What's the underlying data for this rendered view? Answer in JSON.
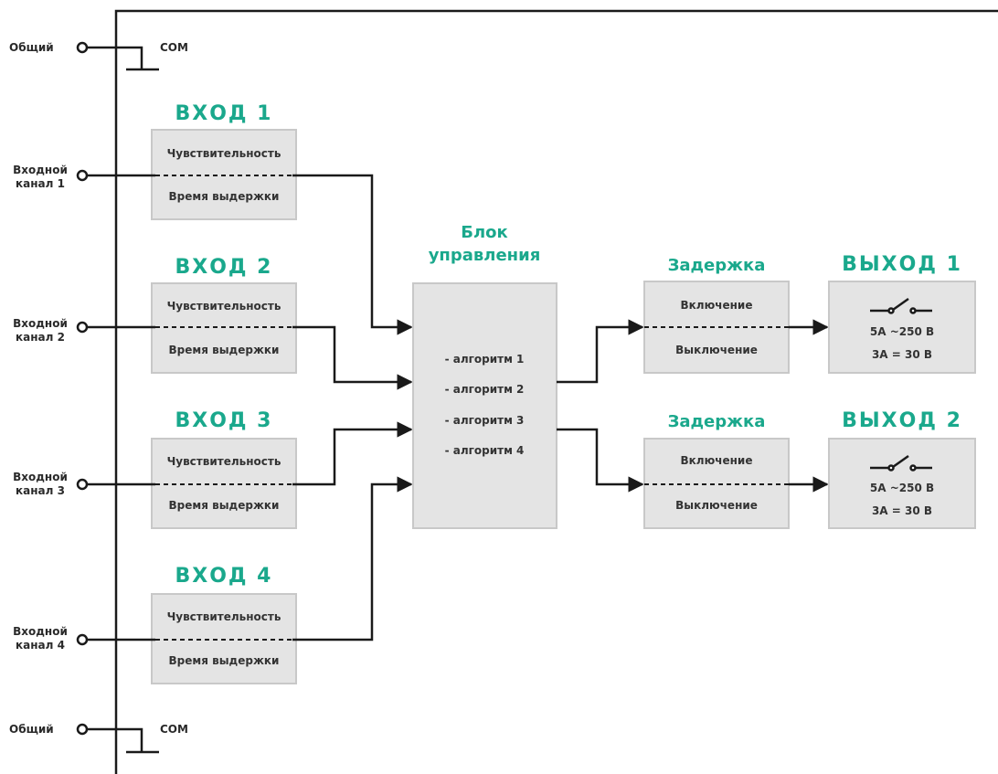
{
  "common": {
    "label": "Общий",
    "com": "COM"
  },
  "inputs": [
    {
      "title": "ВХОД 1",
      "channel": [
        "Входной",
        "канал 1"
      ],
      "sens": "Чувствительность",
      "hold": "Время выдержки"
    },
    {
      "title": "ВХОД 2",
      "channel": [
        "Входной",
        "канал 2"
      ],
      "sens": "Чувствительность",
      "hold": "Время выдержки"
    },
    {
      "title": "ВХОД 3",
      "channel": [
        "Входной",
        "канал 3"
      ],
      "sens": "Чувствительность",
      "hold": "Время выдержки"
    },
    {
      "title": "ВХОД 4",
      "channel": [
        "Входной",
        "канал 4"
      ],
      "sens": "Чувствительность",
      "hold": "Время выдержки"
    }
  ],
  "control": {
    "title": [
      "Блок",
      "управления"
    ],
    "algorithms": [
      "- алгоритм 1",
      "- алгоритм 2",
      "- алгоритм 3",
      "- алгоритм 4"
    ]
  },
  "delays": [
    {
      "title": "Задержка",
      "on": "Включение",
      "off": "Выключение"
    },
    {
      "title": "Задержка",
      "on": "Включение",
      "off": "Выключение"
    }
  ],
  "outputs": [
    {
      "title": "ВЫХОД 1",
      "ac": "5А ~250 В",
      "dc": "3А = 30 В"
    },
    {
      "title": "ВЫХОД 2",
      "ac": "5А ~250 В",
      "dc": "3А = 30 В"
    }
  ],
  "colors": {
    "accent": "#1aa88c",
    "box_fill": "#e4e4e4",
    "line": "#1a1a1a"
  }
}
